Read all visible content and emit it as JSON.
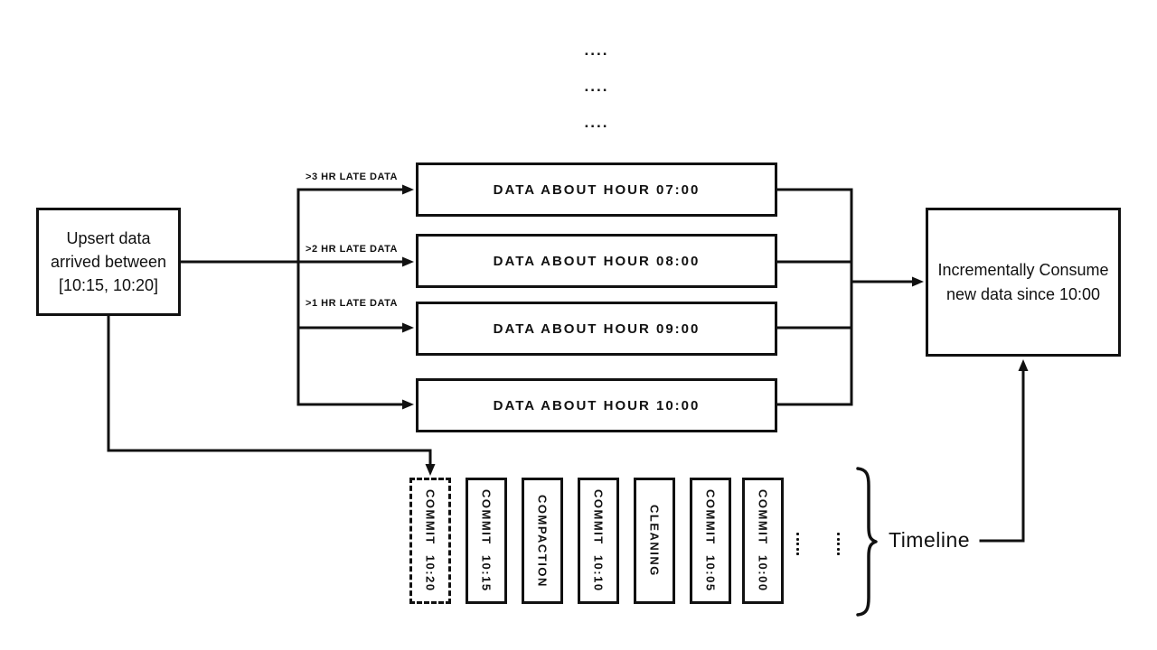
{
  "diagram": {
    "colors": {
      "ink": "#111111",
      "background": "#ffffff"
    },
    "top_ellipsis": [
      "....",
      "....",
      "...."
    ],
    "source_box": {
      "label": "Upsert data arrived between [10:15, 10:20]"
    },
    "late_data_labels": [
      ">3 HR LATE DATA",
      ">2 HR LATE DATA",
      ">1 HR LATE DATA"
    ],
    "hour_boxes": [
      "DATA ABOUT HOUR 07:00",
      "DATA ABOUT HOUR 08:00",
      "DATA ABOUT HOUR 09:00",
      "DATA ABOUT HOUR 10:00"
    ],
    "consumer_box": {
      "label": "Incrementally Consume new data since 10:00"
    },
    "timeline": {
      "entries": [
        {
          "label": "COMMIT 10:20",
          "style": "dashed"
        },
        {
          "label": "COMMIT 10:15",
          "style": "solid"
        },
        {
          "label": "COMPACTION",
          "style": "solid"
        },
        {
          "label": "COMMIT 10:10",
          "style": "solid"
        },
        {
          "label": "CLEANING",
          "style": "solid"
        },
        {
          "label": "COMMIT 10:05",
          "style": "solid"
        },
        {
          "label": "COMMIT 10:00",
          "style": "solid"
        }
      ],
      "more_indicator": "vertical-ellipsis x2",
      "label": "Timeline"
    }
  }
}
